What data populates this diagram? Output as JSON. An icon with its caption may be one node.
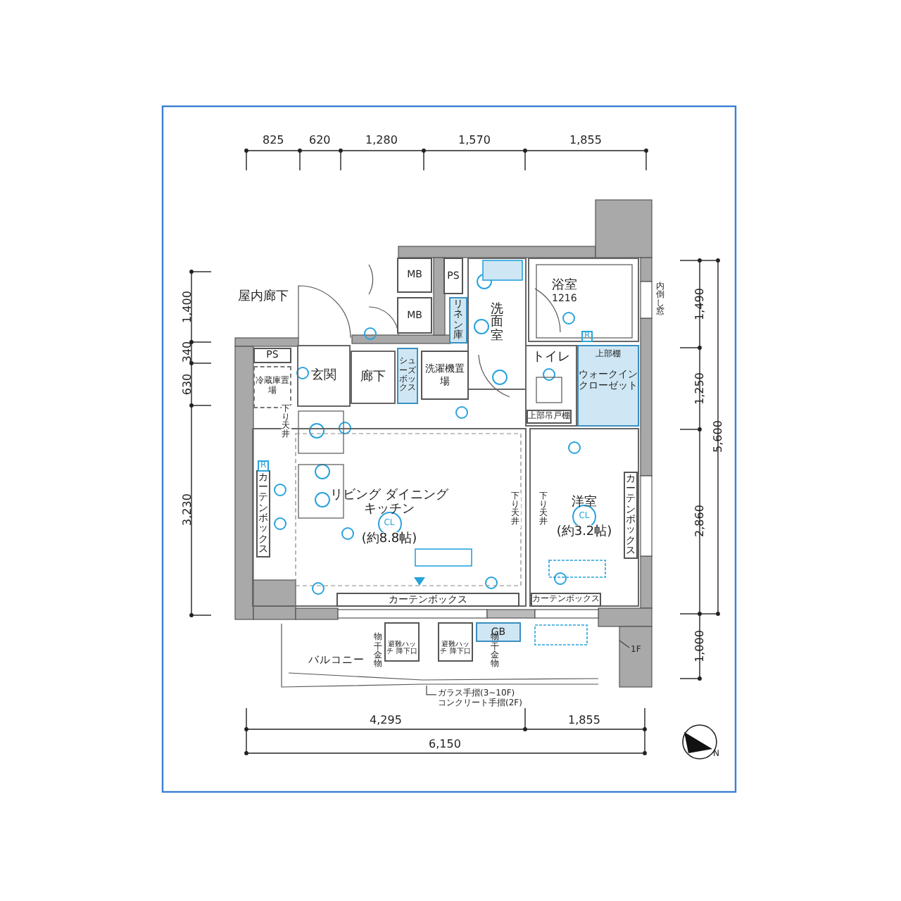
{
  "diagram": {
    "nodes": [
      {
        "text": [
          "MB"
        ]
      },
      {
        "text": [
          "MB"
        ]
      },
      {
        "text": [
          "PS"
        ]
      },
      {
        "text": [
          "リネン庫"
        ]
      },
      {
        "text": [
          "洗面室"
        ]
      },
      {
        "text": [
          "浴室",
          "1216"
        ]
      },
      {
        "text": [
          "PS"
        ]
      },
      {
        "text": [
          "冷蔵庫置場"
        ]
      },
      {
        "text": [
          "玄関"
        ]
      },
      {
        "text": [
          "廊下"
        ]
      },
      {
        "text": [
          "シューズボックス"
        ]
      },
      {
        "text": [
          "洗濯機置場"
        ]
      },
      {
        "text": [
          "トイレ"
        ]
      },
      {
        "text": [
          "上部吊戸棚"
        ],
        "in": 12
      },
      {
        "text": [
          "上部棚",
          "ウォークインクローゼット"
        ]
      },
      {
        "text": [
          "リビング ダイニングキッチン",
          "CL",
          "(約8.8帖)"
        ]
      },
      {
        "text": [
          "洋室",
          "CL",
          "(約3.2帖)"
        ]
      },
      {
        "text": [
          "カーテンボックス"
        ],
        "in": 15
      },
      {
        "text": [
          "カーテンボックス"
        ],
        "in": 15
      },
      {
        "text": [
          "カーテンボックス"
        ],
        "in": 16
      },
      {
        "text": [
          "カーテンボックス"
        ],
        "in": 16
      },
      {
        "text": [
          "バルコニー"
        ]
      },
      {
        "text": [
          "避難ハッチ 降下口"
        ],
        "in": 21
      },
      {
        "text": [
          "避難ハッチ 降下口"
        ],
        "in": 21
      },
      {
        "text": [
          "GB"
        ],
        "in": 21
      },
      {
        "text": [
          "物干金物"
        ],
        "in": 21
      },
      {
        "text": [
          "物干金物"
        ],
        "in": 21
      },
      {
        "text": [
          "ガラス手摺(3~10F)",
          "コンクリート手摺(2F)"
        ]
      },
      {
        "text": [
          "1F"
        ]
      }
    ],
    "edges": [
      {
        "from": 27,
        "to": null,
        "arrow": "none"
      },
      {
        "from": 28,
        "to": null,
        "arrow": "none"
      }
    ],
    "labels": [
      "825",
      "620",
      "1,280",
      "1,570",
      "1,855",
      "屋内廊下",
      "1,400",
      "340",
      "630",
      "3,230",
      "1,490",
      "1,250",
      "5,600",
      "2,860",
      "1,000",
      "内倒し窓",
      "R",
      "R",
      "下り天井",
      "下り天井",
      "下り天井",
      "4,295",
      "1,855",
      "6,150",
      "N"
    ]
  }
}
